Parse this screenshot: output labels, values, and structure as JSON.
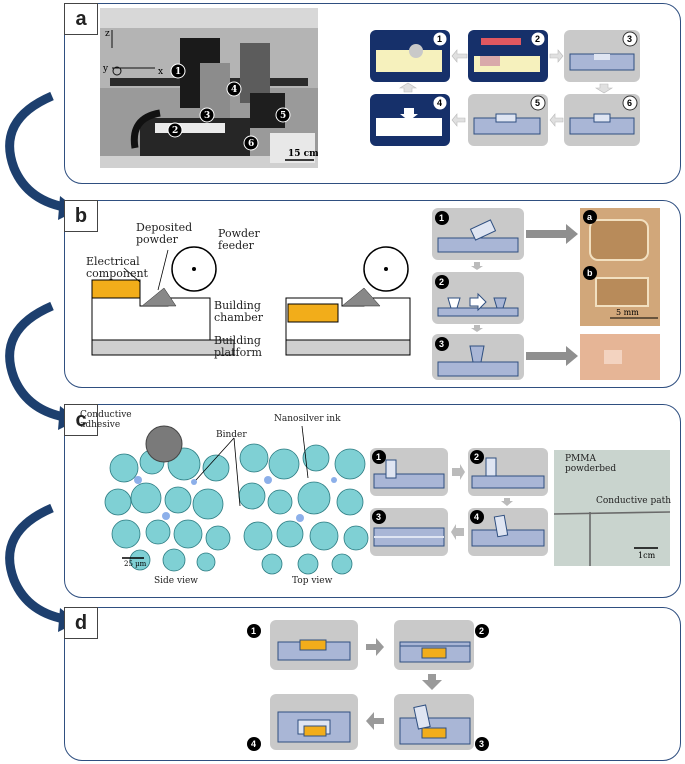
{
  "panels": {
    "a": {
      "label": "a",
      "scale_bar": "15 cm",
      "machine_callouts": [
        "1",
        "2",
        "3",
        "4",
        "5",
        "6"
      ],
      "axes": {
        "z": "z",
        "y": "y",
        "x": "x"
      },
      "steps": [
        "1",
        "2",
        "3",
        "4",
        "5",
        "6"
      ]
    },
    "b": {
      "label": "b",
      "deposited_powder": "Deposited\npowder",
      "powder_feeder": "Powder\nfeeder",
      "electrical_component": "Electrical\ncomponent",
      "building_chamber": "Building\nchamber",
      "building_platform": "Building\nplatform",
      "steps": [
        "1",
        "2",
        "3"
      ],
      "photo_tags": [
        "a",
        "b"
      ],
      "scale_text": "5 mm"
    },
    "c": {
      "label": "c",
      "conductive_adhesive": "Conductive\nadhesive",
      "binder": "Binder",
      "nanosilver_ink": "Nanosilver ink",
      "side_view": "Side view",
      "top_view": "Top view",
      "micro_scale": "25 µm",
      "steps": [
        "1",
        "2",
        "3",
        "4"
      ],
      "powderbed": "PMMA\npowderbed",
      "conductive_path": "Conductive path",
      "photo_scale": "1cm"
    },
    "d": {
      "label": "d",
      "steps": [
        "1",
        "2",
        "3",
        "4"
      ]
    }
  },
  "colors": {
    "border": "#2f4f80",
    "arrow": "#1d3f6e",
    "box": "#c9c9c9",
    "dark": "#16306a",
    "layer": "#a9b6d6",
    "yellow": "#f2ad1a",
    "sphere": "#7fd0d4"
  }
}
